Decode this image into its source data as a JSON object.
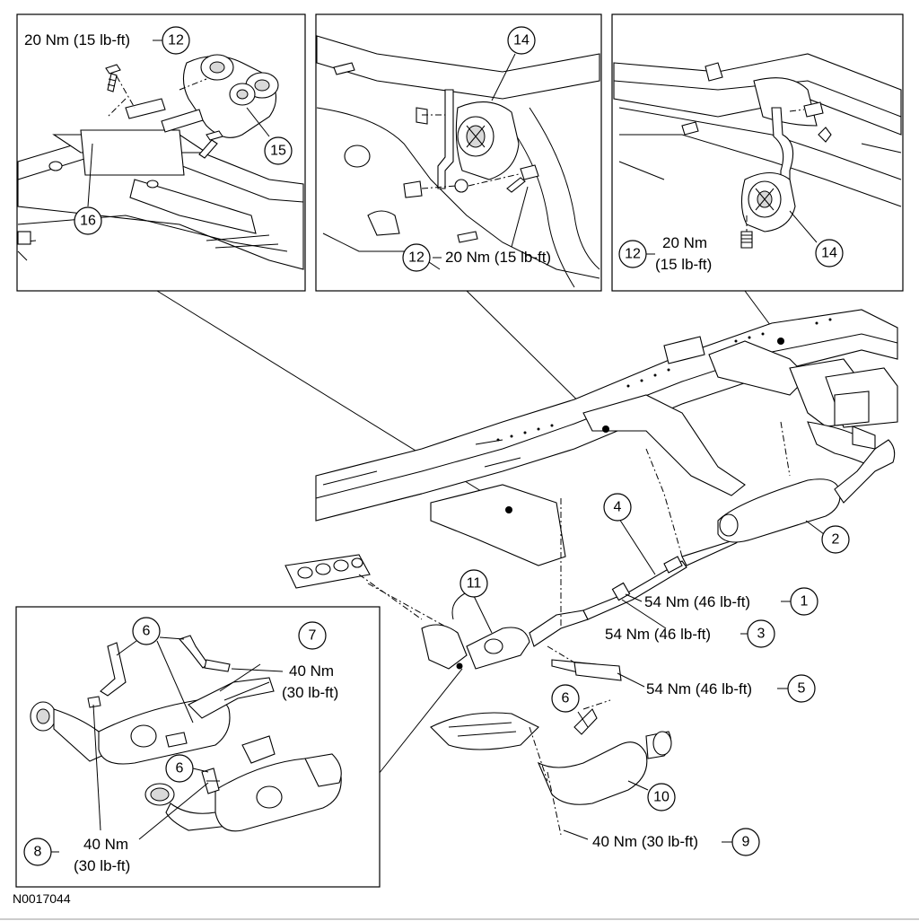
{
  "figure_ref": "N0017044",
  "item_numbers": {
    "n1": "1",
    "n2": "2",
    "n3": "3",
    "n4": "4",
    "n5": "5",
    "n6a": "6",
    "n6b": "6",
    "n6c": "6",
    "n7": "7",
    "n8": "8",
    "n9": "9",
    "n10": "10",
    "n11": "11",
    "n12a": "12",
    "n12b": "12",
    "n12c": "12",
    "n14a": "14",
    "n14b": "14",
    "n15": "15",
    "n16": "16"
  },
  "torque_labels": {
    "t1": "54 Nm (46 lb-ft)",
    "t3": "54 Nm (46 lb-ft)",
    "t5": "54 Nm (46 lb-ft)",
    "t9": "40 Nm (30 lb-ft)",
    "t12a": "20 Nm (15 lb-ft)",
    "t12b": "20 Nm (15 lb-ft)",
    "t12c_line1": "20 Nm",
    "t12c_line2": "(15 lb-ft)",
    "t7_line1": "40 Nm",
    "t7_line2": "(30 lb-ft)",
    "t8_line1": "40 Nm",
    "t8_line2": "(30 lb-ft)"
  }
}
